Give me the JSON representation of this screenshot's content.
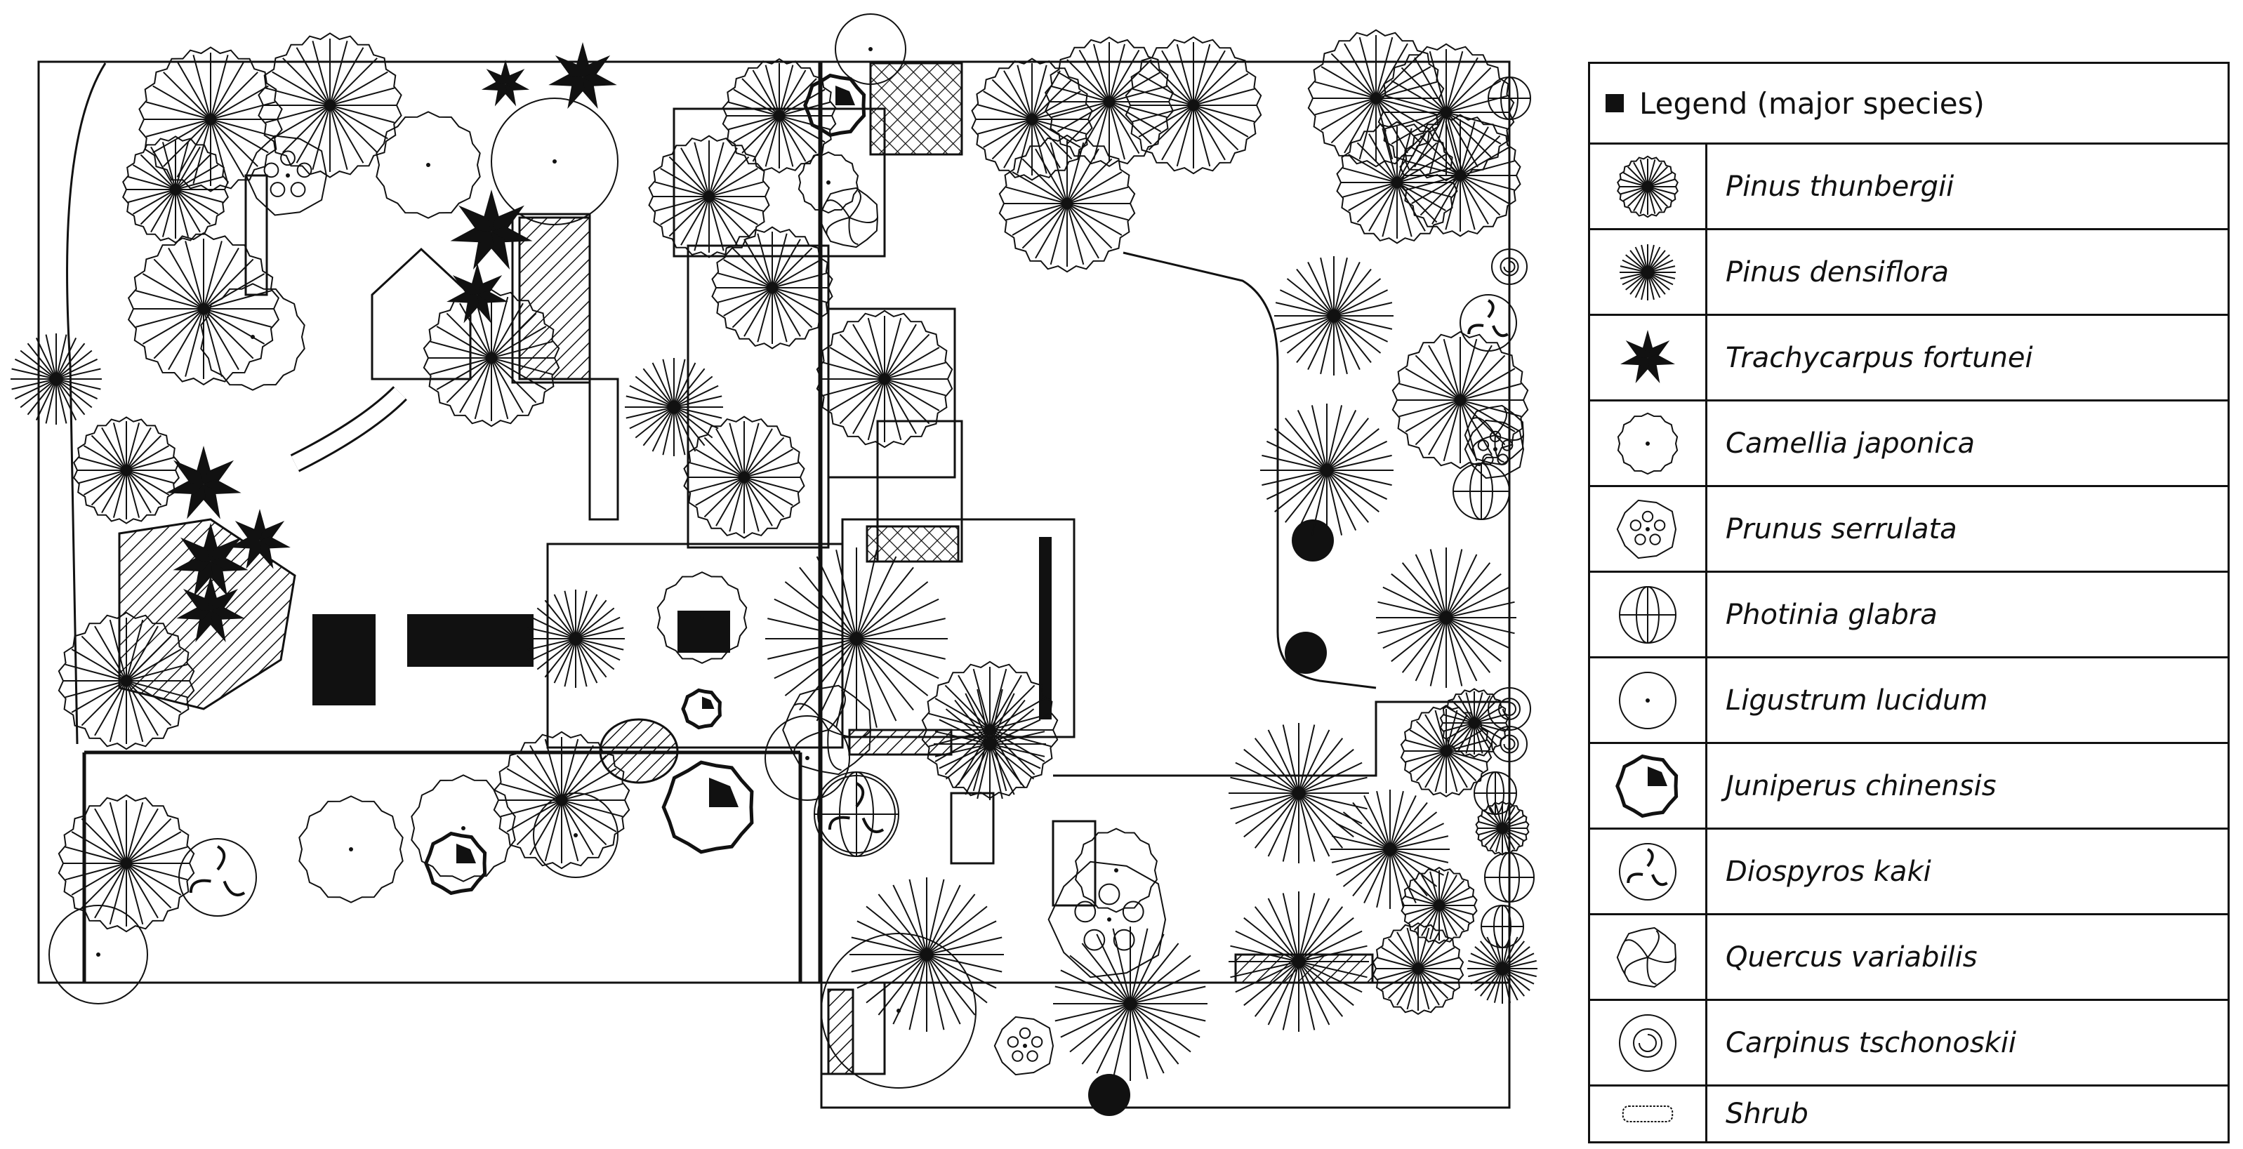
{
  "legend": {
    "title": "Legend (major species)",
    "items": [
      {
        "name": "Pinus thunbergii",
        "icon": "pine-thunbergii-icon"
      },
      {
        "name": "Pinus densiflora",
        "icon": "pine-densiflora-icon"
      },
      {
        "name": "Trachycarpus fortunei",
        "icon": "palm-icon"
      },
      {
        "name": "Camellia japonica",
        "icon": "camellia-icon"
      },
      {
        "name": "Prunus serrulata",
        "icon": "cherry-icon"
      },
      {
        "name": "Photinia glabra",
        "icon": "photinia-icon"
      },
      {
        "name": "Ligustrum lucidum",
        "icon": "ligustrum-icon"
      },
      {
        "name": "Juniperus chinensis",
        "icon": "juniper-icon"
      },
      {
        "name": "Diospyros kaki",
        "icon": "persimmon-icon"
      },
      {
        "name": "Quercus variabilis",
        "icon": "oak-icon"
      },
      {
        "name": "Carpinus tschonoskii",
        "icon": "hornbeam-icon"
      },
      {
        "name": "Shrub",
        "icon": "shrub-icon"
      }
    ]
  },
  "colors": {
    "ink": "#111111",
    "background": "#ffffff"
  }
}
